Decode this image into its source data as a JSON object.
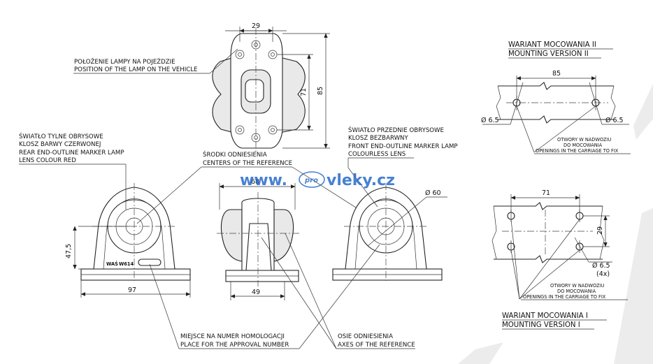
{
  "labels": {
    "lamp_position_pl": "POŁOŻENIE LAMPY NA POJEŹDZIE",
    "lamp_position_en": "POSITION OF THE LAMP ON THE VEHICLE",
    "rear_pl_1": "ŚWIATŁO TYLNE OBRYSOWE",
    "rear_pl_2": "KLOSZ BARWY CZERWONEJ",
    "rear_en_1": "REAR END-OUTLINE MARKER LAMP",
    "rear_en_2": "LENS COLOUR RED",
    "centers_pl": "ŚRODKI ODNIESIENIA",
    "centers_en": "CENTERS OF THE REFERENCE",
    "front_pl_1": "ŚWIATŁO PRZEDNIE OBRYSOWE",
    "front_pl_2": "KLOSZ BEZBARWNY",
    "front_en_1": "FRONT END-OUTLINE MARKER LAMP",
    "front_en_2": "COLOURLESS LENS",
    "approval_pl": "MIEJSCE NA NUMER HOMOLOGACJI",
    "approval_en": "PLACE FOR THE APPROVAL NUMBER",
    "axes_pl": "OSIE ODNIESIENIA",
    "axes_en": "AXES OF THE REFERENCE",
    "mv2_pl": "WARIANT MOCOWANIA II",
    "mv2_en": "MOUNTING VERSION II",
    "mv1_pl": "WARIANT MOCOWANIA I",
    "mv1_en": "MOUNTING VERSION I",
    "holes_lower_pl_1": "OTWORY W NADWOZIU",
    "holes_lower_pl_2": "DO MOCOWANIA",
    "holes_en": "OPENINGS IN THE CARRIAGE TO FIX",
    "holes_upper_pl_1": "OTWORY W NADWOZIU",
    "holes_upper_pl_2": "DO MOCOWANIA",
    "marking_1": "WAŚ",
    "marking_2": "W614"
  },
  "dimensions": {
    "top_width": "29",
    "top_height_inner": "71",
    "top_height_outer": "85",
    "side_height": "47,5",
    "side_width": "97",
    "front_width_top": "68",
    "front_width_base": "49",
    "lens_diameter": "Ø 60",
    "mv2_spacing": "85",
    "mv2_hole_left": "Ø 6.5",
    "mv2_hole_right": "Ø 6.5",
    "mv1_width": "71",
    "mv1_height": "29",
    "mv1_hole": "Ø 6.5",
    "mv1_hole_count": "(4x)"
  },
  "watermark": {
    "prefix": "www.",
    "badge": "pro",
    "suffix": "vleky.cz"
  }
}
